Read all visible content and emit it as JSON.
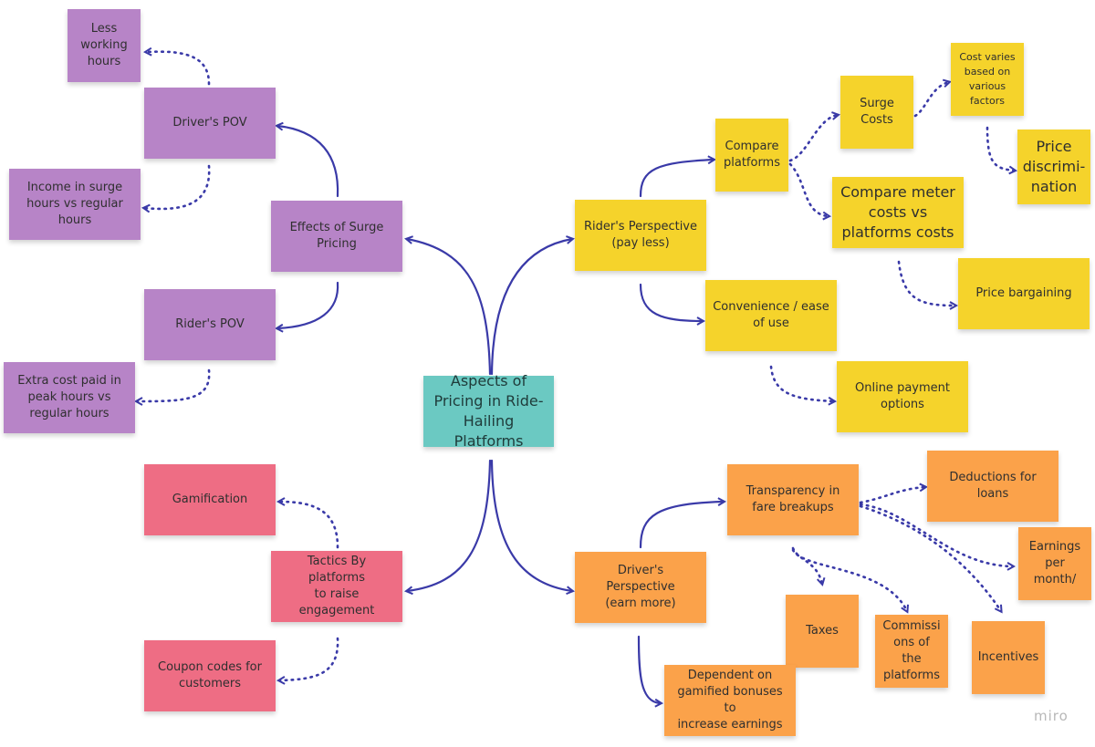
{
  "diagram": {
    "colors": {
      "purple": "#b784c7",
      "yellow": "#f5d32b",
      "orange": "#fba24a",
      "pink": "#ee6d84",
      "teal": "#6bc9c2",
      "connector": "#3a3aa8"
    },
    "central": "Aspects of\nPricing in Ride-\nHailing Platforms",
    "surge": {
      "effects": "Effects of Surge\nPricing",
      "drivers_pov": "Driver's POV",
      "less_hours": "Less\nworking\nhours",
      "income": "Income in surge\nhours vs regular\nhours",
      "riders_pov": "Rider's POV",
      "extra_cost": "Extra cost paid in\npeak hours vs\nregular hours"
    },
    "tactics": {
      "main": "Tactics By platforms\nto raise\nengagement",
      "gamification": "Gamification",
      "coupon": "Coupon codes for\ncustomers"
    },
    "rider": {
      "main": "Rider's Perspective\n(pay less)",
      "compare_platforms": "Compare\nplatforms",
      "surge_costs": "Surge\nCosts",
      "cost_varies": "Cost varies\nbased on\nvarious\nfactors",
      "price_discrimination": "Price\ndiscrimi-\nnation",
      "compare_meter": "Compare meter\ncosts vs\nplatforms costs",
      "price_bargaining": "Price bargaining",
      "convenience": "Convenience / ease\nof use",
      "online_payment": "Online payment\noptions"
    },
    "driver": {
      "main": "Driver's Perspective\n(earn more)",
      "transparency": "Transparency in\nfare breakups",
      "deductions": "Deductions for\nloans",
      "earnings": "Earnings\nper\nmonth/",
      "taxes": "Taxes",
      "commissions": "Commissi\nons of the\nplatforms",
      "incentives": "Incentives",
      "dependent": "Dependent on\ngamified bonuses to\nincrease earnings"
    },
    "logo": "miro"
  }
}
